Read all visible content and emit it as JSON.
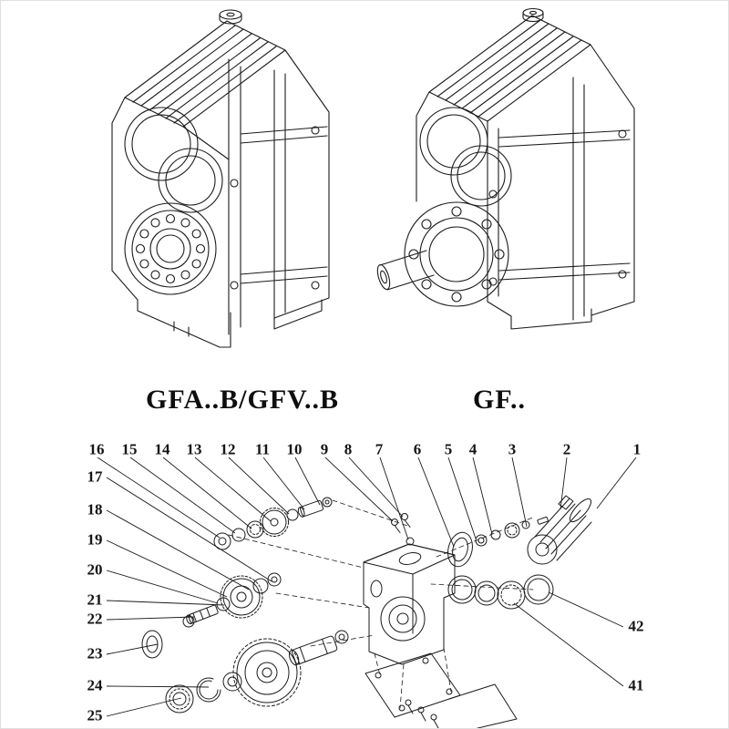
{
  "labels": {
    "left_model": "GFA..B/GFV..B",
    "right_model": "GF.."
  },
  "exploded_view": {
    "top_row": [
      "16",
      "15",
      "14",
      "13",
      "12",
      "11",
      "10",
      "9",
      "8",
      "7",
      "6",
      "5",
      "4",
      "3",
      "2",
      "1"
    ],
    "left_column": [
      "17",
      "18",
      "19",
      "20",
      "21",
      "22",
      "23",
      "24",
      "25"
    ],
    "right_column": [
      "42",
      "41"
    ]
  },
  "colors": {
    "line": "#1b1b1b",
    "background": "#ffffff"
  }
}
